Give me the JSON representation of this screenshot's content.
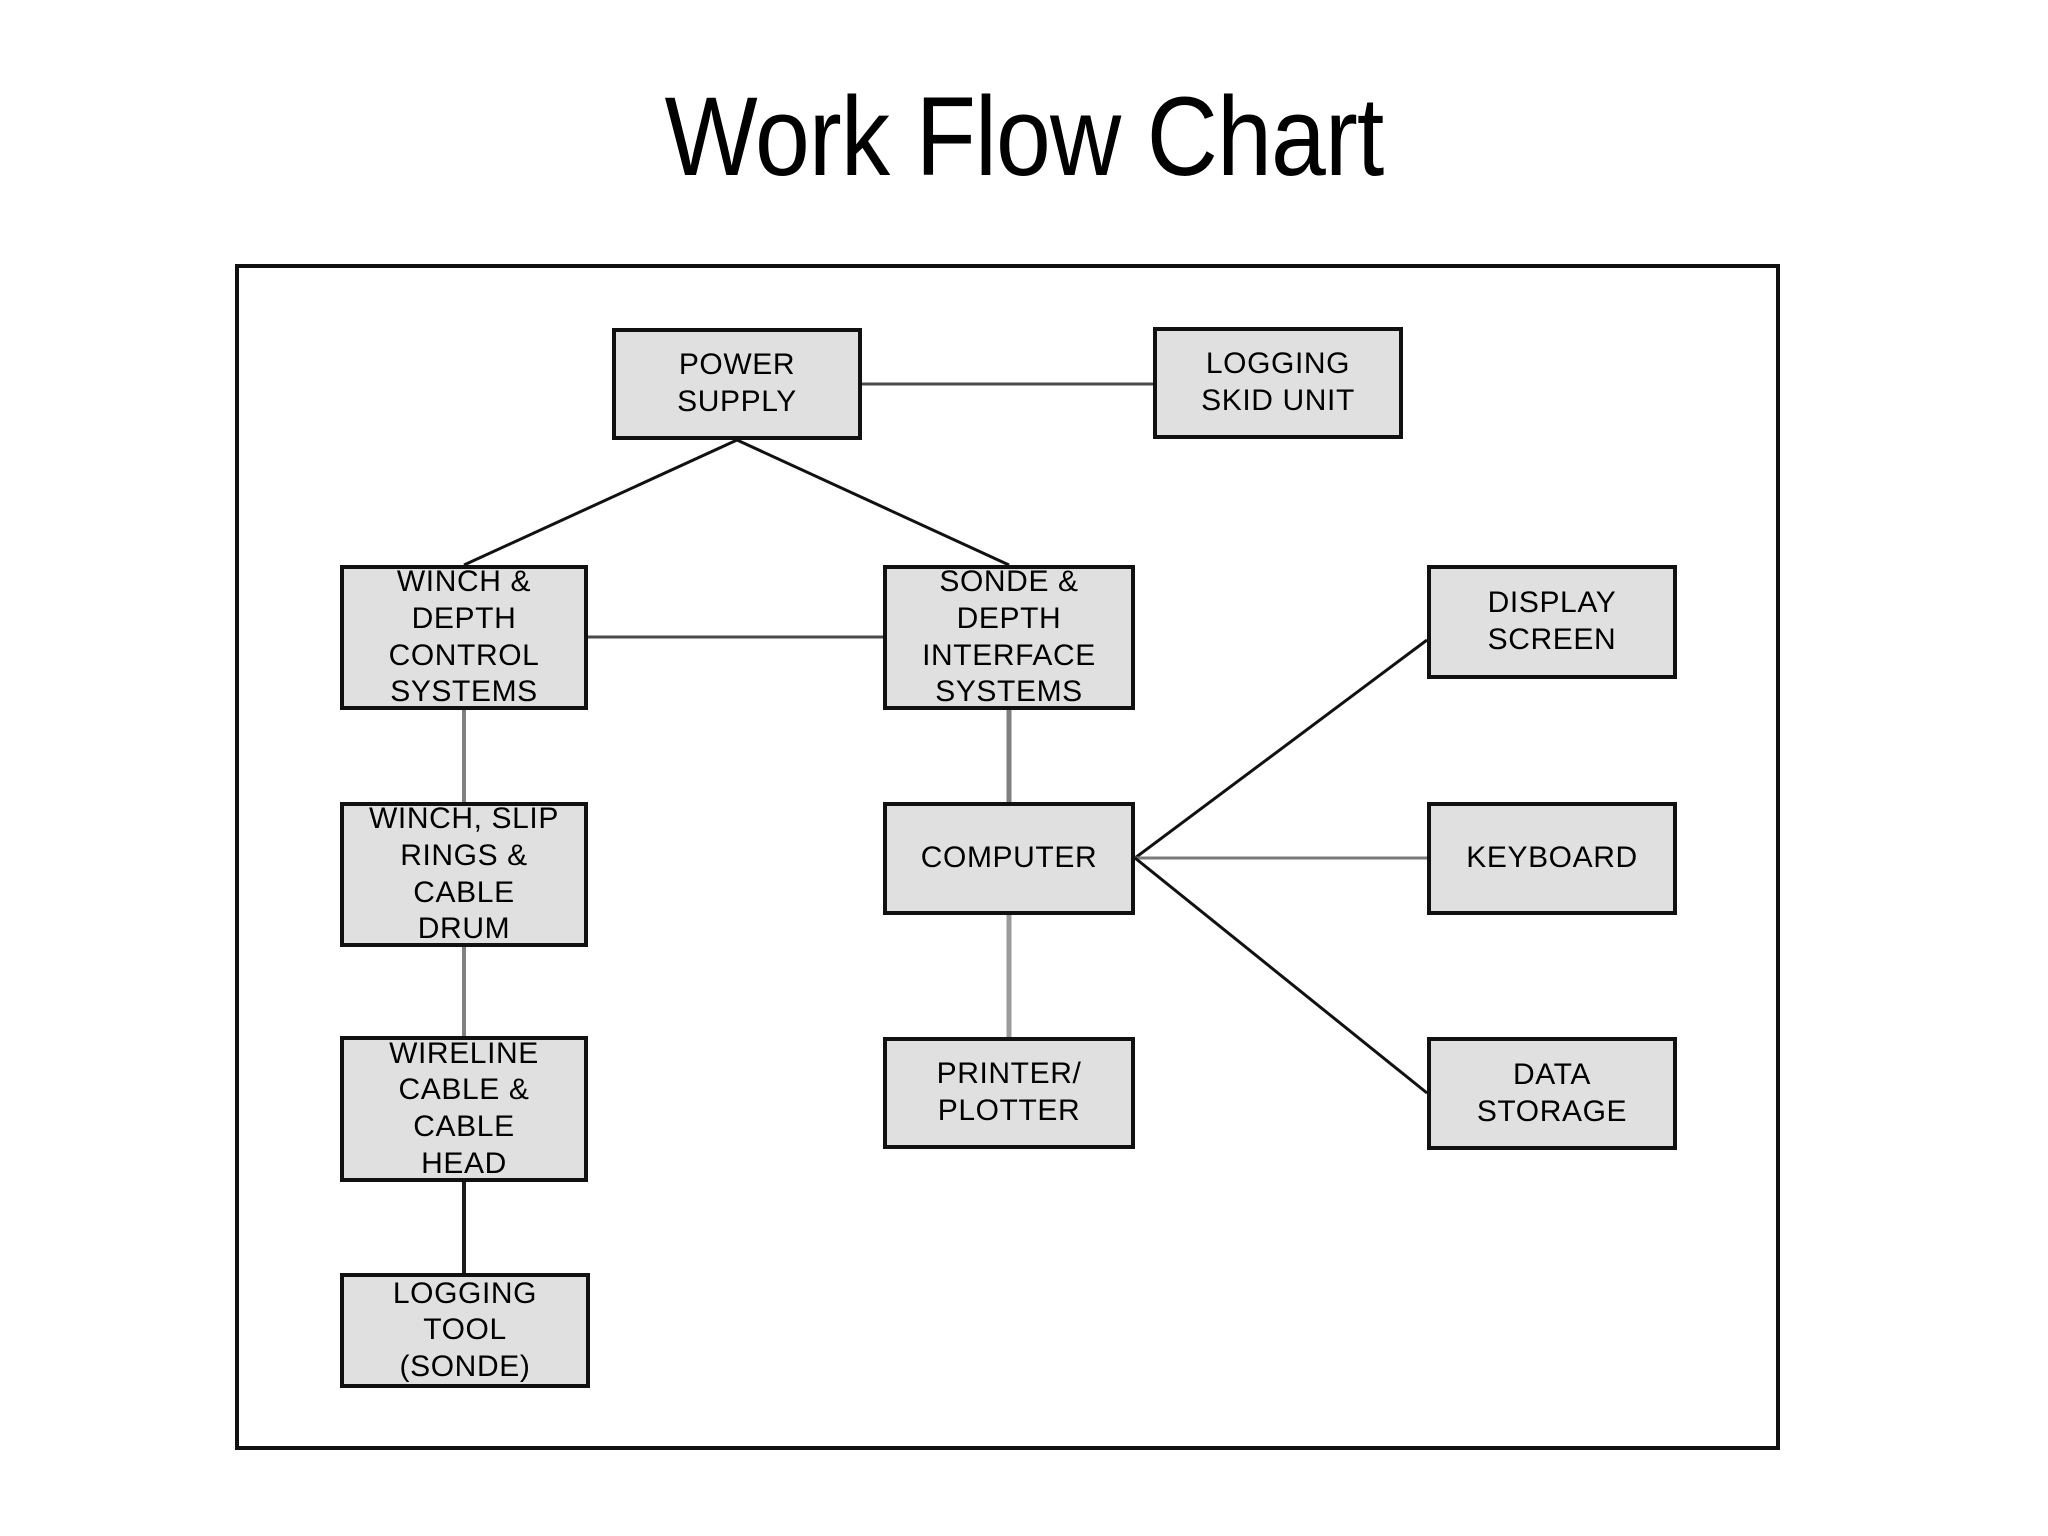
{
  "page": {
    "title": "Work Flow Chart",
    "background_color": "#ffffff"
  },
  "diagram": {
    "type": "flow-chart",
    "frame": {
      "border_color": "#111111"
    },
    "node_style": {
      "fill": "#e0e0e0",
      "border_color": "#111111",
      "text_color": "#000000"
    },
    "line_colors": {
      "diagonal": "#111111",
      "vertical": "#808080",
      "horizontal": "#4a4a4a"
    },
    "nodes": [
      {
        "id": "power-supply",
        "label": "POWER\nSUPPLY"
      },
      {
        "id": "logging-skid-unit",
        "label": "LOGGING\nSKID  UNIT"
      },
      {
        "id": "winch-depth-control",
        "label": "WINCH  &\nDEPTH\nCONTROL\nSYSTEMS"
      },
      {
        "id": "sonde-depth-interface",
        "label": "SONDE  &\nDEPTH\nINTERFACE\nSYSTEMS"
      },
      {
        "id": "display-screen",
        "label": "DISPLAY\nSCREEN"
      },
      {
        "id": "winch-slip-rings",
        "label": "WINCH, SLIP\nRINGS  &\nCABLE\nDRUM"
      },
      {
        "id": "computer",
        "label": "COMPUTER"
      },
      {
        "id": "keyboard",
        "label": "KEYBOARD"
      },
      {
        "id": "wireline-cable-head",
        "label": "WIRELINE\nCABLE &\nCABLE\nHEAD"
      },
      {
        "id": "printer-plotter",
        "label": "PRINTER/\nPLOTTER"
      },
      {
        "id": "data-storage",
        "label": "DATA\nSTORAGE"
      },
      {
        "id": "logging-tool-sonde",
        "label": "LOGGING\nTOOL\n(SONDE)"
      }
    ],
    "connections": [
      {
        "from": "power-supply",
        "to": "logging-skid-unit"
      },
      {
        "from": "power-supply",
        "to": "winch-depth-control"
      },
      {
        "from": "power-supply",
        "to": "sonde-depth-interface"
      },
      {
        "from": "winch-depth-control",
        "to": "sonde-depth-interface"
      },
      {
        "from": "winch-depth-control",
        "to": "winch-slip-rings"
      },
      {
        "from": "winch-slip-rings",
        "to": "wireline-cable-head"
      },
      {
        "from": "wireline-cable-head",
        "to": "logging-tool-sonde"
      },
      {
        "from": "sonde-depth-interface",
        "to": "computer"
      },
      {
        "from": "computer",
        "to": "printer-plotter"
      },
      {
        "from": "computer",
        "to": "display-screen"
      },
      {
        "from": "computer",
        "to": "keyboard"
      },
      {
        "from": "computer",
        "to": "data-storage"
      }
    ]
  }
}
